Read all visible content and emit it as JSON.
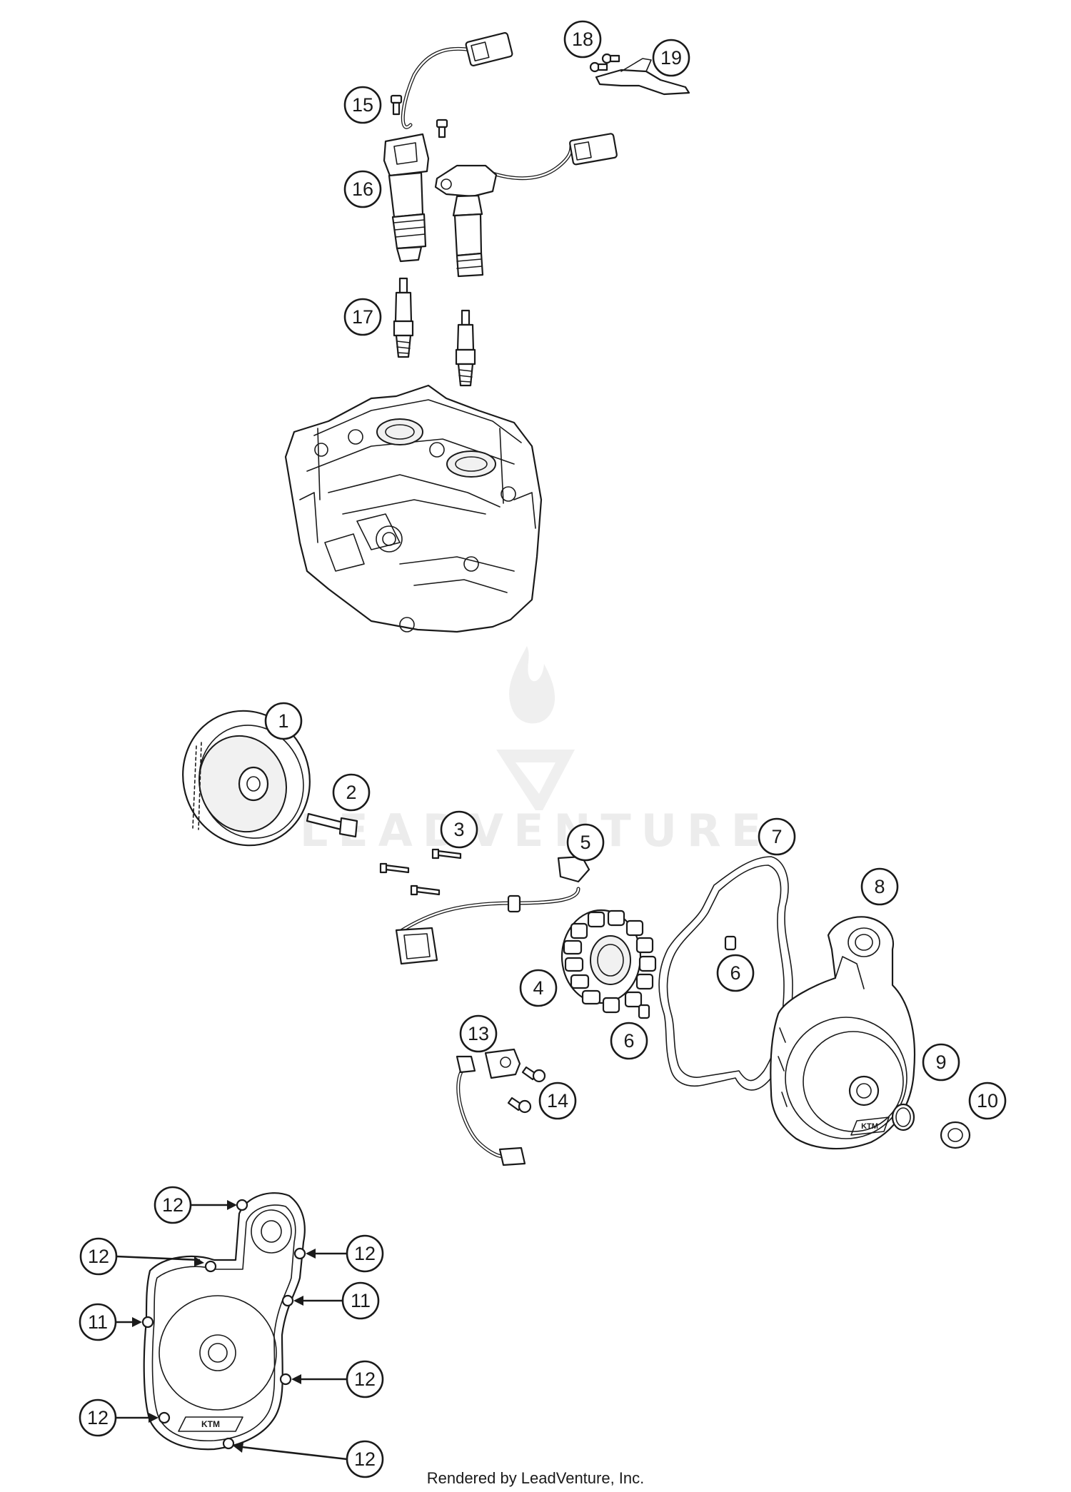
{
  "diagram": {
    "callouts": [
      {
        "id": "c15",
        "label": "15"
      },
      {
        "id": "c16",
        "label": "16"
      },
      {
        "id": "c17",
        "label": "17"
      },
      {
        "id": "c18",
        "label": "18"
      },
      {
        "id": "c19",
        "label": "19"
      },
      {
        "id": "c1",
        "label": "1"
      },
      {
        "id": "c2",
        "label": "2"
      },
      {
        "id": "c3",
        "label": "3"
      },
      {
        "id": "c5",
        "label": "5"
      },
      {
        "id": "c7",
        "label": "7"
      },
      {
        "id": "c8",
        "label": "8"
      },
      {
        "id": "c6a",
        "label": "6"
      },
      {
        "id": "c4",
        "label": "4"
      },
      {
        "id": "c6b",
        "label": "6"
      },
      {
        "id": "c13",
        "label": "13"
      },
      {
        "id": "c14",
        "label": "14"
      },
      {
        "id": "c9",
        "label": "9"
      },
      {
        "id": "c10",
        "label": "10"
      },
      {
        "id": "c12a",
        "label": "12"
      },
      {
        "id": "c12b",
        "label": "12"
      },
      {
        "id": "c12c",
        "label": "12"
      },
      {
        "id": "c11a",
        "label": "11"
      },
      {
        "id": "c11b",
        "label": "11"
      },
      {
        "id": "c12d",
        "label": "12"
      },
      {
        "id": "c12e",
        "label": "12"
      },
      {
        "id": "c12f",
        "label": "12"
      }
    ],
    "cover_logo_text": "KTM"
  },
  "watermark": {
    "text": "LEADVENTURE"
  },
  "footer": {
    "text": "Rendered by LeadVenture, Inc."
  }
}
